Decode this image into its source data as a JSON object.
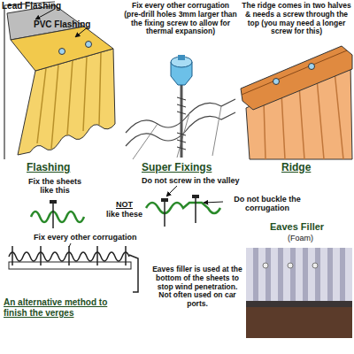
{
  "diagram": {
    "labels": [
      "Lead Flashing",
      "Fix every other corrugation (pre-drill holes 3mm larger than the fixing screw to allow for thermal expansion)",
      "The ridge comes in two halves & needs a screw through the top (you may need a longer screw for this)",
      "PVC Flashing",
      "Flashing",
      "Super Fixings",
      "Ridge",
      "Do not screw in the valley",
      "Fix the sheets like this",
      "Do not buckle the corrugation",
      "NOT",
      "like these",
      "Eaves Filler",
      "(Foam)",
      "Fix every other corrugation",
      "Eaves filler is used at the bottom of the sheets to stop wind penetration. Not often used on car ports.",
      "An alternative method to finish the verges"
    ]
  }
}
